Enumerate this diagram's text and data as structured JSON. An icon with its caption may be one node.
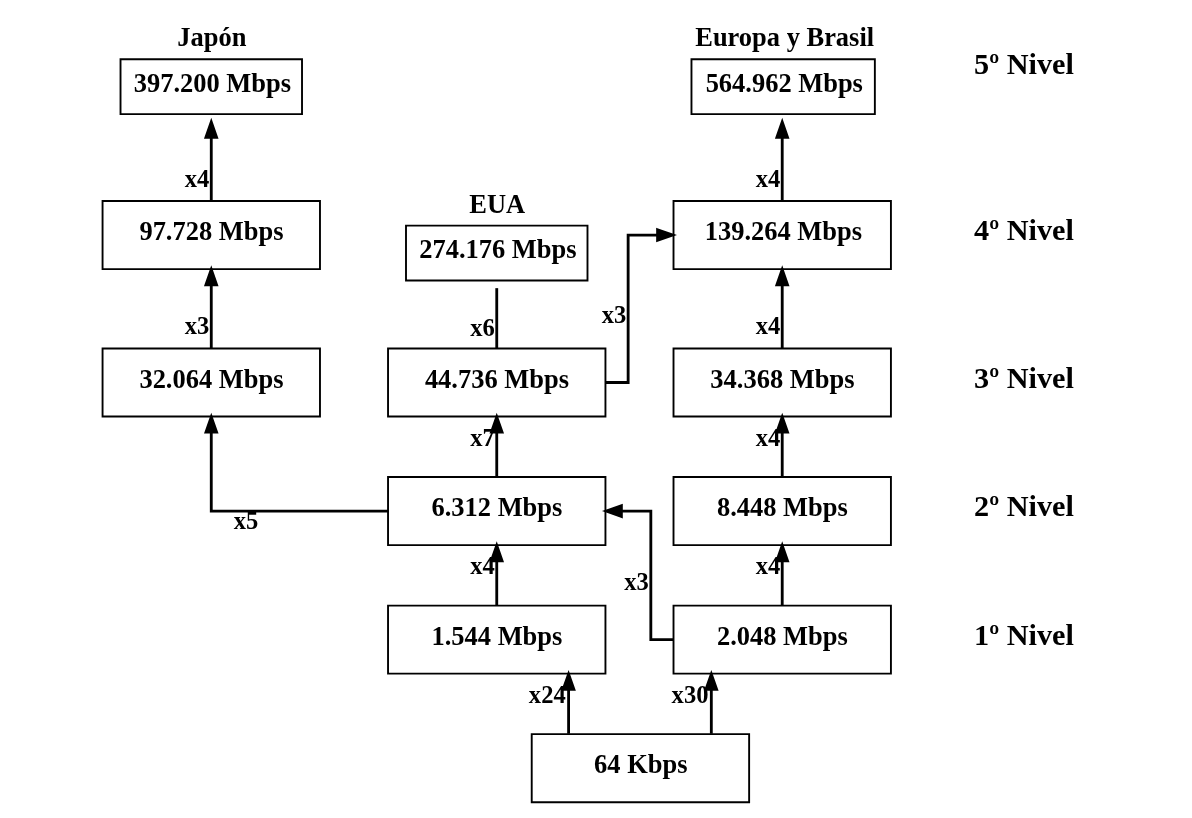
{
  "diagram": {
    "nodes": [
      {
        "text": [
          "Japón",
          "397.200 Mbps"
        ]
      },
      {
        "text": [
          "97.728 Mbps"
        ]
      },
      {
        "text": [
          "32.064 Mbps"
        ]
      },
      {
        "text": [
          "EUA",
          "274.176 Mbps"
        ]
      },
      {
        "text": [
          "44.736 Mbps"
        ]
      },
      {
        "text": [
          "Europa y Brasil",
          "564.962 Mbps"
        ]
      },
      {
        "text": [
          "139.264 Mbps"
        ]
      },
      {
        "text": [
          "34.368 Mbps"
        ]
      },
      {
        "text": [
          "6.312 Mbps"
        ]
      },
      {
        "text": [
          "8.448 Mbps"
        ]
      },
      {
        "text": [
          "1.544 Mbps"
        ]
      },
      {
        "text": [
          "2.048 Mbps"
        ]
      },
      {
        "text": [
          "64 Kbps"
        ]
      }
    ],
    "edges": [
      {
        "from": 1,
        "to": 0,
        "arrow": "to",
        "label": "x4"
      },
      {
        "from": 2,
        "to": 1,
        "arrow": "to",
        "label": "x3"
      },
      {
        "from": 4,
        "to": 3,
        "arrow": "none",
        "label": "x6"
      },
      {
        "from": 4,
        "to": 6,
        "arrow": "to",
        "label": "x3"
      },
      {
        "from": 6,
        "to": 5,
        "arrow": "to",
        "label": "x4"
      },
      {
        "from": 7,
        "to": 6,
        "arrow": "to",
        "label": "x4"
      },
      {
        "from": 9,
        "to": 7,
        "arrow": "to",
        "label": "x4"
      },
      {
        "from": 11,
        "to": 9,
        "arrow": "to",
        "label": "x4"
      },
      {
        "from": 8,
        "to": 2,
        "arrow": "to",
        "label": "x5"
      },
      {
        "from": 8,
        "to": 4,
        "arrow": "to",
        "label": "x7"
      },
      {
        "from": 10,
        "to": 8,
        "arrow": "to",
        "label": "x4"
      },
      {
        "from": 11,
        "to": 8,
        "arrow": "to",
        "label": "x3"
      },
      {
        "from": 12,
        "to": 10,
        "arrow": "to",
        "label": "x24"
      },
      {
        "from": 12,
        "to": 11,
        "arrow": "to",
        "label": "x30"
      }
    ],
    "labels": [
      "5º Nivel",
      "4º Nivel",
      "3º Nivel",
      "2º Nivel",
      "1º Nivel"
    ]
  }
}
